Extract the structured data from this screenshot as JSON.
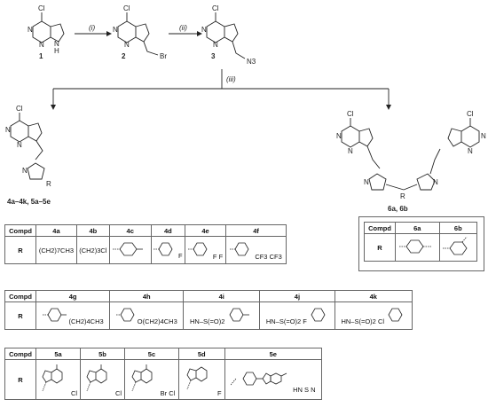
{
  "scheme": {
    "compounds": {
      "c1": "1",
      "c2": "2",
      "c3": "3",
      "c4": "4a–4k, 5a–5e",
      "c6": "6a, 6b"
    },
    "steps": {
      "s1": "(i)",
      "s2": "(ii)",
      "s3": "(iii)"
    },
    "atoms": {
      "Cl": "Cl",
      "N": "N",
      "H": "H",
      "Br": "Br",
      "N3": "N3",
      "R": "R"
    }
  },
  "table1": {
    "header": [
      "Compd",
      "4a",
      "4b",
      "4c",
      "4d",
      "4e",
      "4f"
    ],
    "row_label": "R",
    "cells": [
      "(CH2)7CH3",
      "(CH2)3Cl",
      "",
      "F",
      "F F",
      "CF3 CF3"
    ]
  },
  "table2": {
    "header": [
      "Compd",
      "6a",
      "6b"
    ],
    "row_label": "R"
  },
  "table3": {
    "header": [
      "Compd",
      "4g",
      "4h",
      "4i",
      "4j",
      "4k"
    ],
    "row_label": "R",
    "cells": [
      "(CH2)4CH3",
      "O(CH2)4CH3",
      "HN–S(=O)2",
      "HN–S(=O)2 F",
      "HN–S(=O)2 Cl"
    ]
  },
  "table4": {
    "header": [
      "Compd",
      "5a",
      "5b",
      "5c",
      "5d",
      "5e"
    ],
    "row_label": "R",
    "cells": [
      "Cl",
      "Cl",
      "Br Cl",
      "F",
      "HN S N"
    ]
  }
}
